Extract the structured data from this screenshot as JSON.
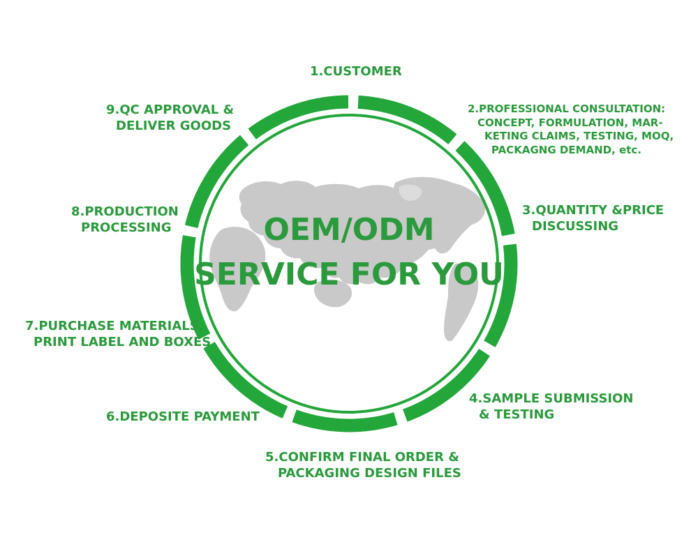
{
  "colors": {
    "accent": "#2a9a3c",
    "ring_segment": "#23a63a",
    "map": "#c9c9c9"
  },
  "center": {
    "line1": "OEM/ODM",
    "line2": "SERVICE FOR YOU"
  },
  "steps": [
    {
      "lines": [
        "1.CUSTOMER"
      ]
    },
    {
      "lines": [
        "2.PROFESSIONAL CONSULTATION:",
        "CONCEPT, FORMULATION, MAR-",
        "KETING CLAIMS, TESTING, MOQ,",
        "PACKAGNG DEMAND, etc."
      ]
    },
    {
      "lines": [
        "3.QUANTITY &PRICE",
        "DISCUSSING"
      ]
    },
    {
      "lines": [
        "4.SAMPLE SUBMISSION",
        "& TESTING"
      ]
    },
    {
      "lines": [
        "5.CONFIRM FINAL ORDER &",
        "PACKAGING DESIGN FILES"
      ]
    },
    {
      "lines": [
        "6.DEPOSITE PAYMENT"
      ]
    },
    {
      "lines": [
        "7.PURCHASE MATERIALS,",
        "PRINT LABEL AND BOXES"
      ]
    },
    {
      "lines": [
        "8.PRODUCTION",
        "PROCESSING"
      ]
    },
    {
      "lines": [
        "9.QC APPROVAL &",
        "DELIVER GOODS"
      ]
    }
  ]
}
